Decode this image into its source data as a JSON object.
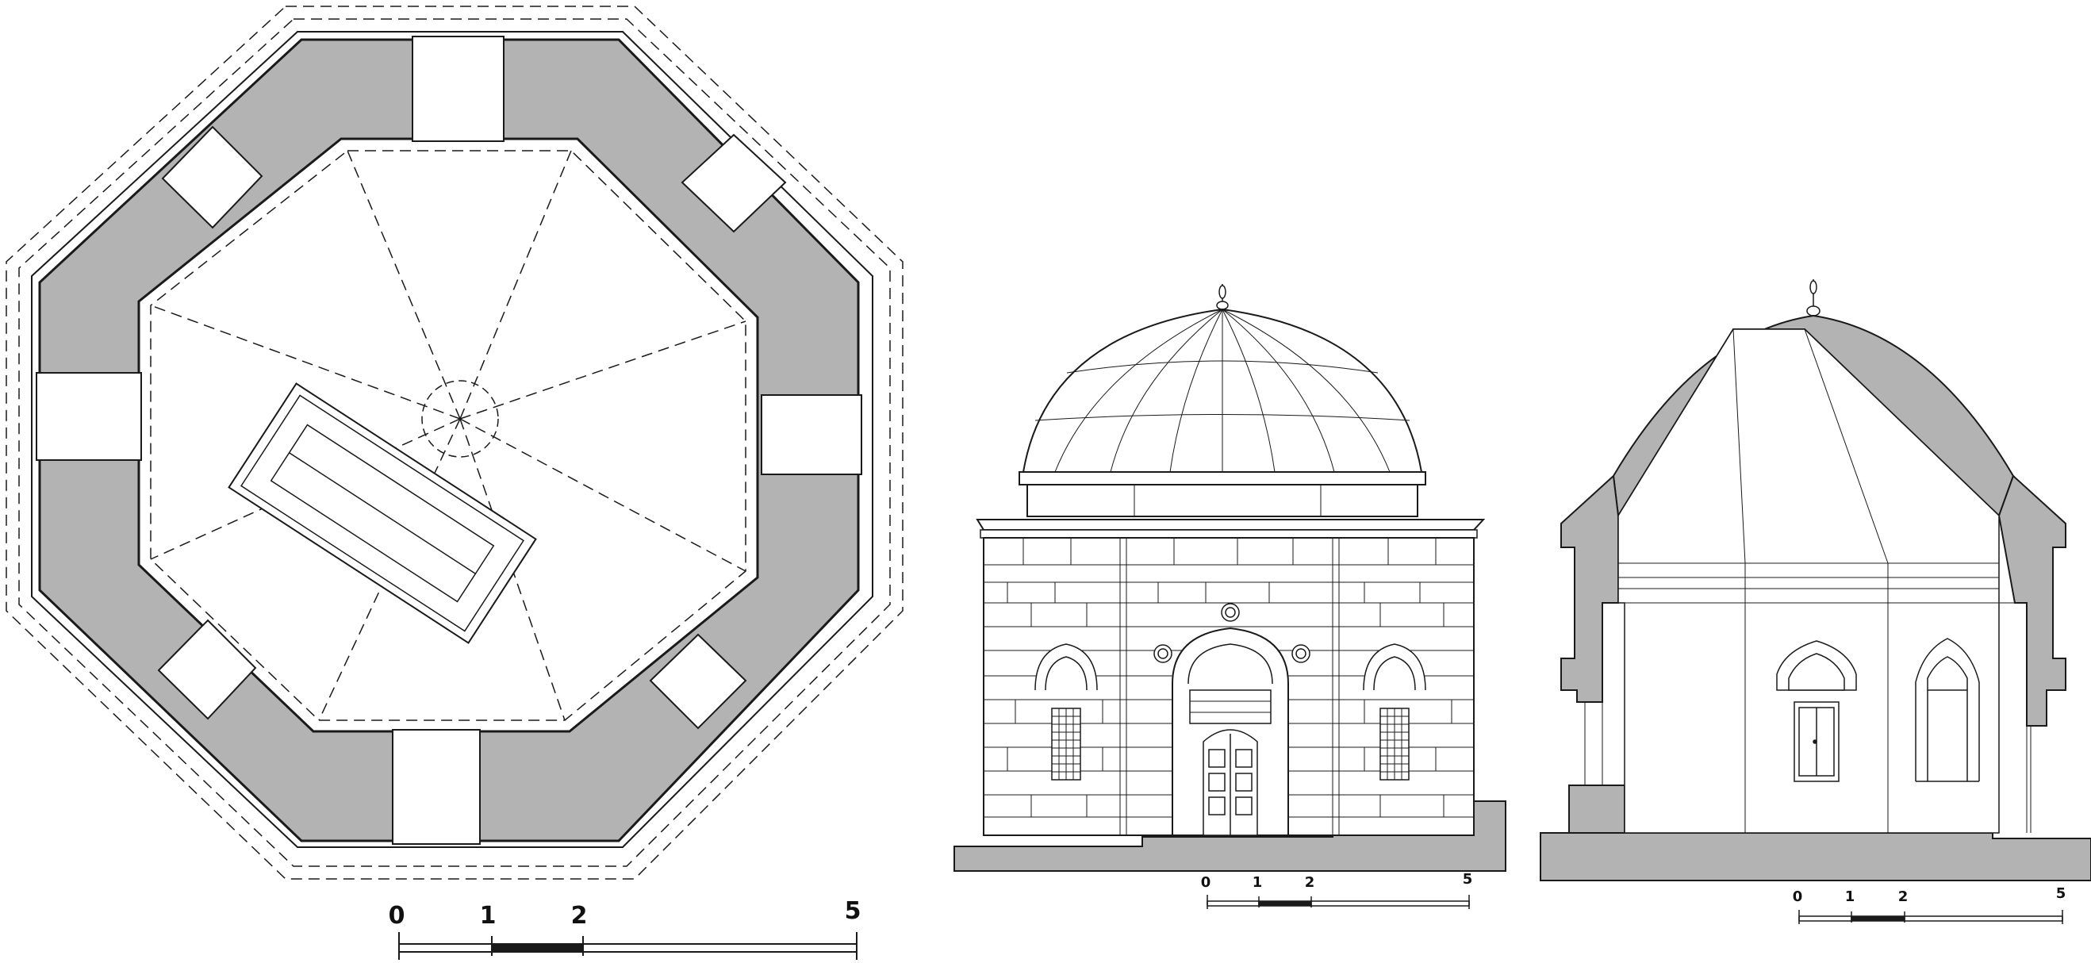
{
  "colors": {
    "wall_fill": "#b3b3b3",
    "line": "#1a1a1a",
    "ground_fill": "#b3b3b3",
    "background": "#ffffff"
  },
  "plan": {
    "scale_bar": {
      "labels": [
        "0",
        "1",
        "2",
        "5"
      ]
    }
  },
  "elevation": {
    "scale_bar": {
      "labels": [
        "0",
        "1",
        "2",
        "5"
      ]
    }
  },
  "section": {
    "scale_bar": {
      "labels": [
        "0",
        "1",
        "2",
        "5"
      ]
    }
  }
}
